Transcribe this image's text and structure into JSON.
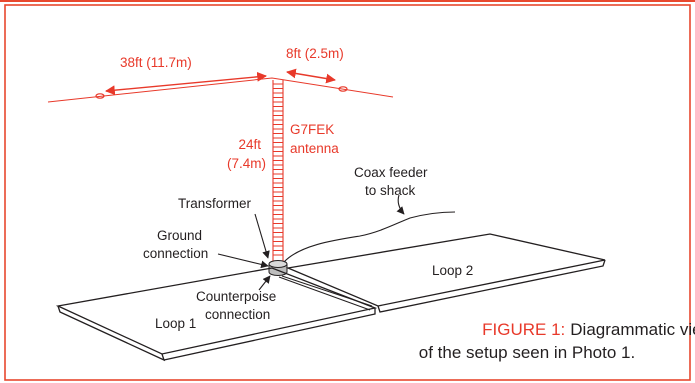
{
  "colors": {
    "accent": "#e8392a",
    "line": "#231f20",
    "frame": "#e8482e"
  },
  "labels": {
    "span_left": "38ft (11.7m)",
    "span_right": "8ft (2.5m)",
    "height_ft": "24ft",
    "height_m": "(7.4m)",
    "antenna_line1": "G7FEK",
    "antenna_line2": "antenna",
    "coax_line1": "Coax feeder",
    "coax_line2": "to shack",
    "transformer": "Transformer",
    "ground_line1": "Ground",
    "ground_line2": "connection",
    "counterpoise_line1": "Counterpoise",
    "counterpoise_line2": "connection",
    "loop1": "Loop 1",
    "loop2": "Loop 2"
  },
  "caption": {
    "label": "FIGURE 1:",
    "text_line1": "Diagrammatic view",
    "text_line2": "of the setup seen in Photo 1."
  }
}
